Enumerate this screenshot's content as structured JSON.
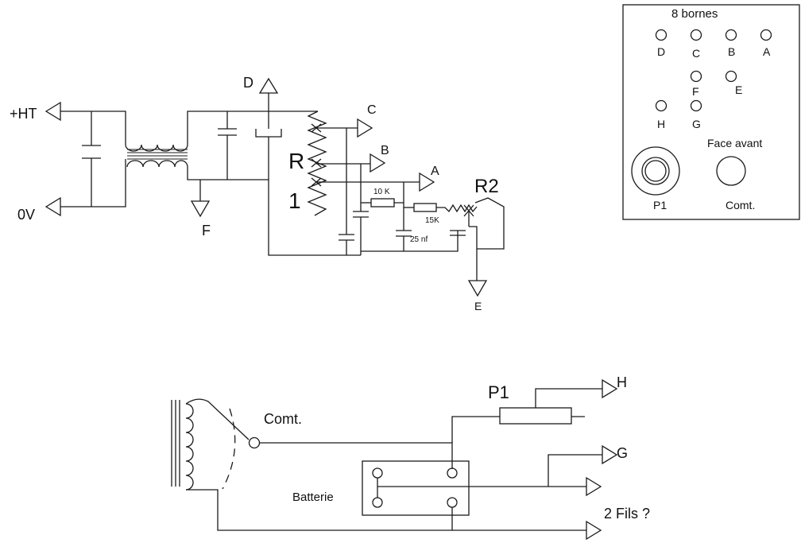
{
  "top_circuit": {
    "terminal_ht": "+HT",
    "terminal_0v": "0V",
    "arrow_d": "D",
    "arrow_c": "C",
    "arrow_b": "B",
    "arrow_a": "A",
    "arrow_f": "F",
    "arrow_e": "E",
    "r1_letter": "R",
    "r1_digit": "1",
    "r2_label": "R2",
    "res_10k": "10 K",
    "res_15k": "15K",
    "cap_25nf": "25 nf"
  },
  "front_panel": {
    "title": "8 bornes",
    "terminals_row1": [
      "D",
      "C",
      "B",
      "A"
    ],
    "terminals_row2": [
      "F",
      "E"
    ],
    "terminals_row3": [
      "H",
      "G"
    ],
    "face_label": "Face avant",
    "p1_label": "P1",
    "comt_label": "Comt."
  },
  "bottom_circuit": {
    "p1_label": "P1",
    "arrow_h": "H",
    "arrow_g": "G",
    "comt_label": "Comt.",
    "battery_label": "Batterie",
    "wires_label": "2 Fils ?"
  }
}
